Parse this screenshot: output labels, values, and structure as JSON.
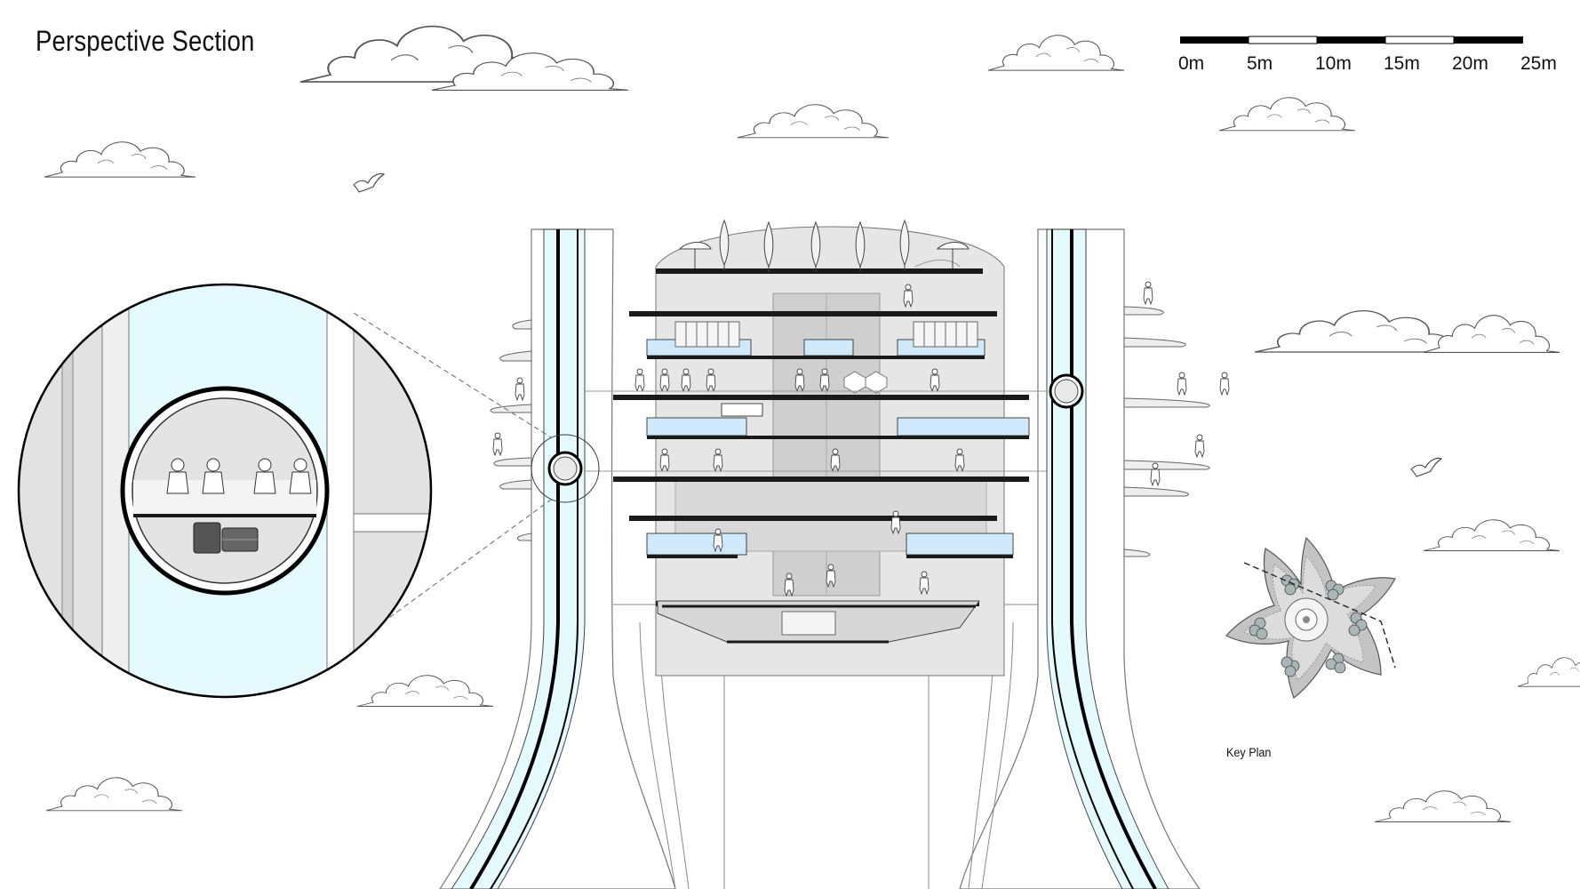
{
  "title": "Perspective Section",
  "scale_bar": {
    "labels": [
      "0m",
      "5m",
      "10m",
      "15m",
      "20m",
      "25m"
    ]
  },
  "key_plan": {
    "label": "Key Plan"
  },
  "colors": {
    "glass": "#e4fafd",
    "glass_edge": "#bfeff5",
    "floor": "#1a1a1a",
    "interior_grey": "#c9c9c9",
    "light_grey": "#e9e9e9",
    "line": "#555555"
  }
}
